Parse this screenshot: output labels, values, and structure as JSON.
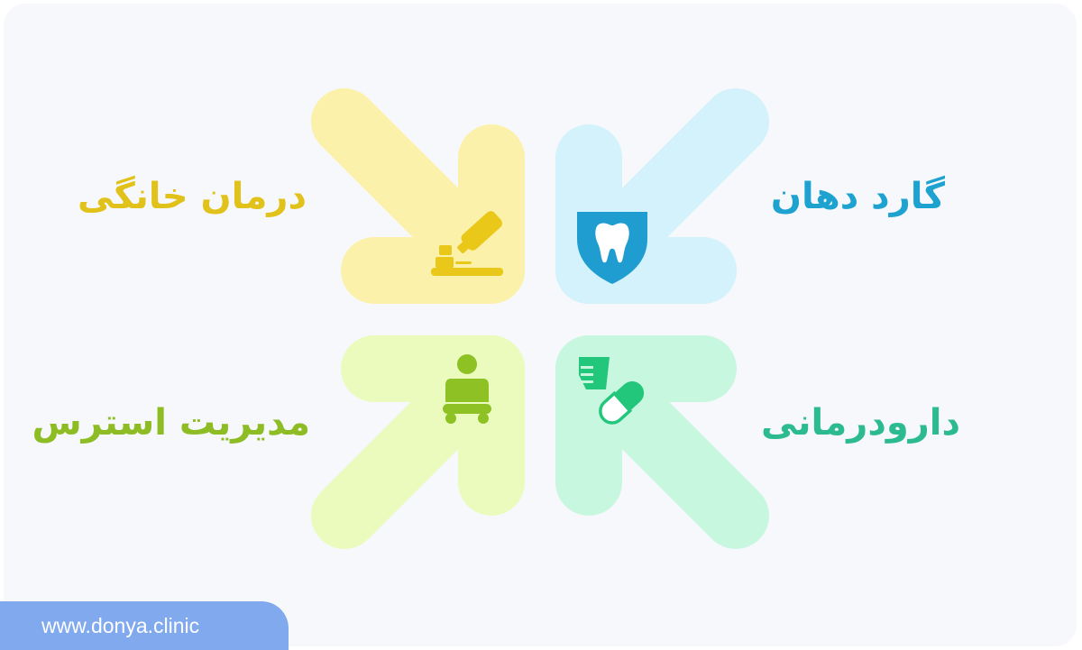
{
  "items": {
    "home_care": {
      "label": "درمان خانگی",
      "icon": "toothbrush-icon"
    },
    "mouth_guard": {
      "label": "گارد دهان",
      "icon": "tooth-shield-icon"
    },
    "stress_management": {
      "label": "مدیریت استرس",
      "icon": "meditation-icon"
    },
    "drug_therapy": {
      "label": "دارودرمانی",
      "icon": "pill-icon"
    }
  },
  "footer": {
    "website": "www.donya.clinic"
  },
  "colors": {
    "home_care": "#e1c21a",
    "mouth_guard": "#1ea2cf",
    "stress_management": "#8ebc24",
    "drug_therapy": "#2cba91"
  }
}
